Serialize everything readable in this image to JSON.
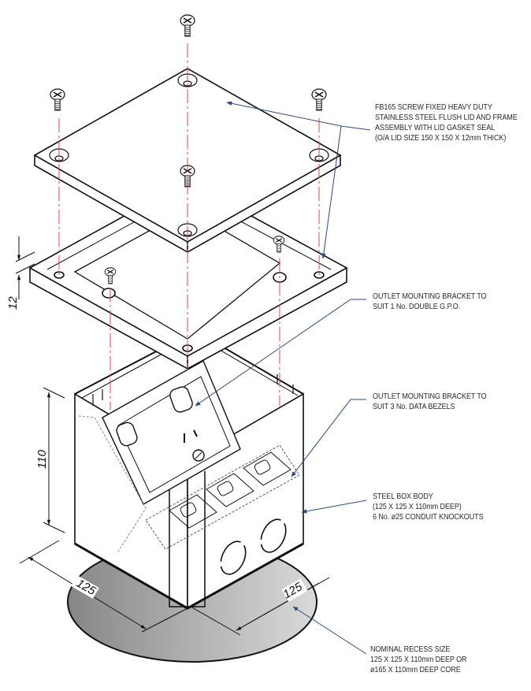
{
  "diagram": {
    "type": "exploded-isometric-assembly",
    "subject": "Floor box assembly",
    "colors": {
      "line": "#111111",
      "centerline": "#d9484d",
      "leader": "#2f4a7c",
      "recess_fill_dark": "#8a8a8a",
      "recess_fill_light": "#d6d6d6"
    },
    "callouts": [
      {
        "id": "lid",
        "lines": [
          "FB165 SCREW FIXED HEAVY DUTY",
          "STAINLESS STEEL FLUSH LID AND FRAME",
          "ASSEMBLY WITH LID GASKET SEAL",
          "(O/A LID SIZE 150 X 150 X 12mm THICK)"
        ]
      },
      {
        "id": "gpo-bracket",
        "lines": [
          "OUTLET MOUNTING BRACKET TO",
          "SUIT 1 No. DOUBLE G.P.O."
        ]
      },
      {
        "id": "data-bracket",
        "lines": [
          "OUTLET MOUNTING BRACKET TO",
          "SUIT 3 No. DATA BEZELS"
        ]
      },
      {
        "id": "box-body",
        "lines": [
          "STEEL BOX BODY",
          "(125 X 125 X 110mm DEEP)",
          "6 No. ø25 CONDUIT KNOCKOUTS"
        ]
      },
      {
        "id": "recess",
        "lines": [
          "NOMINAL RECESS SIZE",
          "125 X 125 X 110mm DEEP OR",
          "ø165 X 110mm DEEP CORE"
        ]
      }
    ],
    "dimensions": {
      "lid_thickness": "12",
      "box_height": "110",
      "base_left": "125",
      "base_right": "125"
    },
    "components": [
      {
        "name": "lid-screw",
        "count": 4
      },
      {
        "name": "lid-plate",
        "count": 1
      },
      {
        "name": "frame",
        "count": 1
      },
      {
        "name": "frame-screw",
        "count": 2
      },
      {
        "name": "gpo-bracket",
        "count": 1
      },
      {
        "name": "data-bracket",
        "count": 1,
        "bezel_openings": 3
      },
      {
        "name": "steel-box",
        "count": 1
      },
      {
        "name": "recess-core",
        "count": 1
      }
    ]
  }
}
